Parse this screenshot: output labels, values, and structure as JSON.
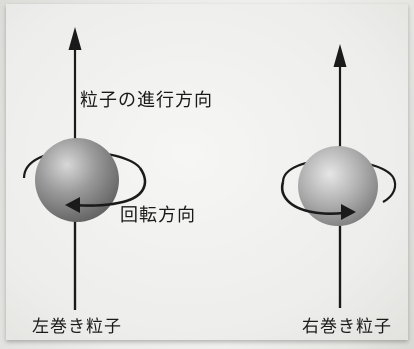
{
  "labels": {
    "direction_of_travel": "粒子の進行方向",
    "rotation_direction": "回転方向",
    "left_handed_particle": "左巻き粒子",
    "right_handed_particle": "右巻き粒子"
  },
  "colors": {
    "ink": "#1a1a1a",
    "sphere_left": "#8e8e8e",
    "sphere_right": "#a4a4a4"
  }
}
